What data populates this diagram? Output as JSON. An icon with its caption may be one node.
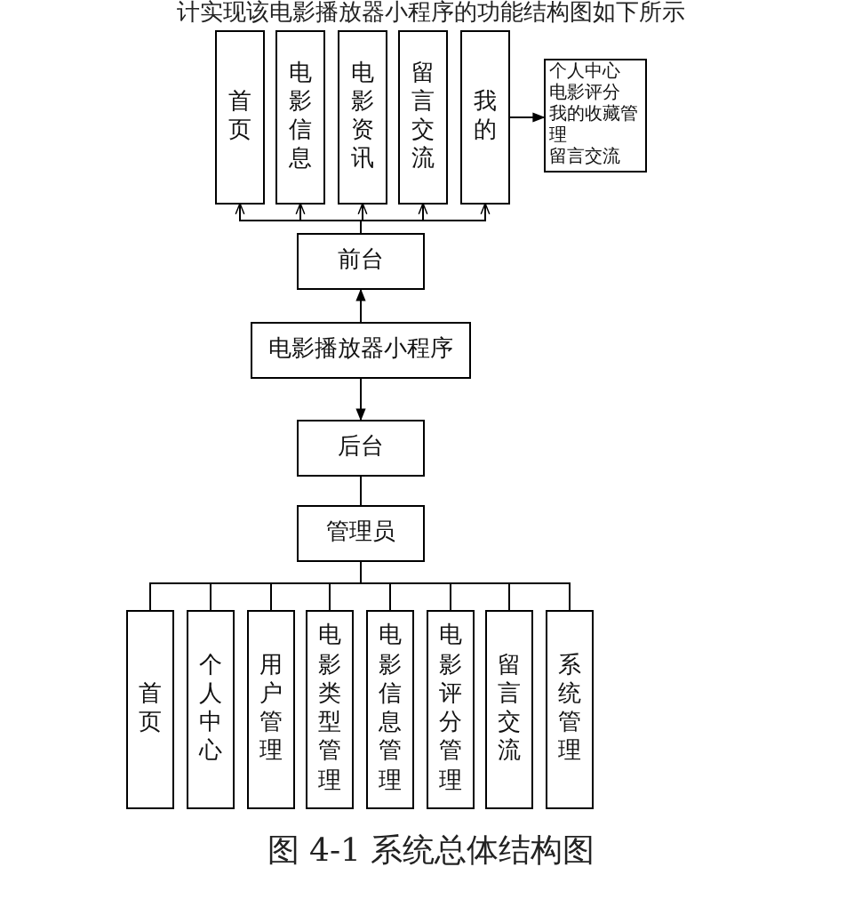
{
  "diagram": {
    "caption": "图 4-1 系统总体结构图",
    "nodes": [
      {
        "text": [
          "首页"
        ]
      },
      {
        "text": [
          "电影信息"
        ]
      },
      {
        "text": [
          "电影资讯"
        ]
      },
      {
        "text": [
          "留言交流"
        ]
      },
      {
        "text": [
          "我的"
        ]
      },
      {
        "text": [
          "个人中心",
          "电影评分",
          "我的收藏管理",
          "留言交流"
        ]
      },
      {
        "text": [
          "前台"
        ]
      },
      {
        "text": [
          "电影播放器小程序"
        ]
      },
      {
        "text": [
          "后台"
        ]
      },
      {
        "text": [
          "管理员"
        ]
      },
      {
        "text": [
          "首页"
        ]
      },
      {
        "text": [
          "个人中心"
        ]
      },
      {
        "text": [
          "用户管理"
        ]
      },
      {
        "text": [
          "电影类型管理"
        ]
      },
      {
        "text": [
          "电影信息管理"
        ]
      },
      {
        "text": [
          "电影评分管理"
        ]
      },
      {
        "text": [
          "留言交流"
        ]
      },
      {
        "text": [
          "系统管理"
        ]
      }
    ],
    "edges": [
      {
        "from": 6,
        "to": 0,
        "arrow": "to"
      },
      {
        "from": 6,
        "to": 1,
        "arrow": "to"
      },
      {
        "from": 6,
        "to": 2,
        "arrow": "to"
      },
      {
        "from": 6,
        "to": 3,
        "arrow": "to"
      },
      {
        "from": 6,
        "to": 4,
        "arrow": "to"
      },
      {
        "from": 4,
        "to": 5,
        "arrow": "to"
      },
      {
        "from": 7,
        "to": 6,
        "arrow": "to"
      },
      {
        "from": 7,
        "to": 8,
        "arrow": "to"
      },
      {
        "from": 8,
        "to": 9,
        "arrow": "none"
      },
      {
        "from": 9,
        "to": 10,
        "arrow": "none"
      },
      {
        "from": 9,
        "to": 11,
        "arrow": "none"
      },
      {
        "from": 9,
        "to": 12,
        "arrow": "none"
      },
      {
        "from": 9,
        "to": 13,
        "arrow": "none"
      },
      {
        "from": 9,
        "to": 14,
        "arrow": "none"
      },
      {
        "from": 9,
        "to": 15,
        "arrow": "none"
      },
      {
        "from": 9,
        "to": 16,
        "arrow": "none"
      },
      {
        "from": 9,
        "to": 17,
        "arrow": "none"
      }
    ],
    "labels": [
      "计实现该电影播放器小程序的功能结构图如下所示"
    ]
  }
}
